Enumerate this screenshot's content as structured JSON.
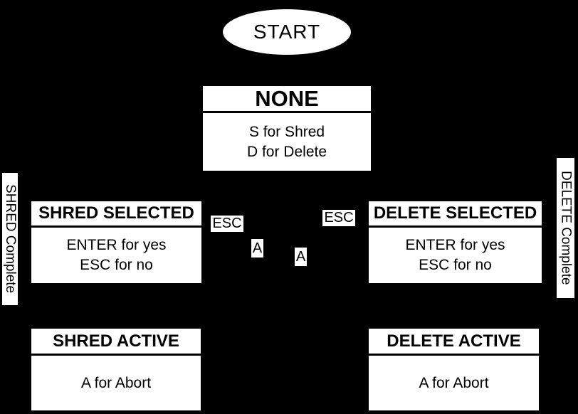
{
  "colors": {
    "background": "#000000",
    "node_fill": "#ffffff",
    "node_text": "#000000"
  },
  "start": {
    "label": "START"
  },
  "nodes": {
    "none": {
      "title": "NONE",
      "line1": "S for Shred",
      "line2": "D for Delete"
    },
    "shred_selected": {
      "title": "SHRED SELECTED",
      "line1": "ENTER for yes",
      "line2": "ESC for no"
    },
    "delete_selected": {
      "title": "DELETE SELECTED",
      "line1": "ENTER for yes",
      "line2": "ESC for no"
    },
    "shred_active": {
      "title": "SHRED ACTIVE",
      "line1": "A for Abort"
    },
    "delete_active": {
      "title": "DELETE ACTIVE",
      "line1": "A for Abort"
    }
  },
  "edge_labels": {
    "esc_left": "ESC",
    "esc_right": "ESC",
    "abort_left": "A",
    "abort_right": "A"
  },
  "side_labels": {
    "shred_complete": "SHRED Complete",
    "delete_complete": "DELETE Complete"
  }
}
